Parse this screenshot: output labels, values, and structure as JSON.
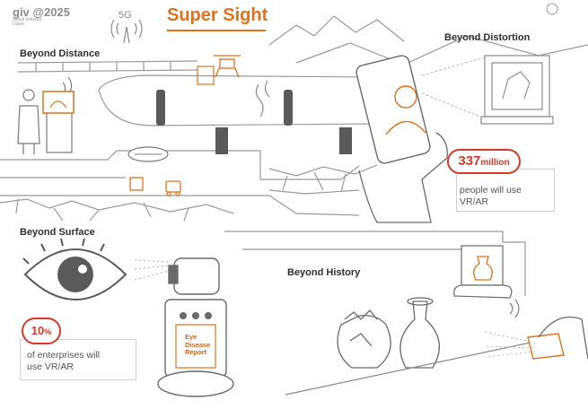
{
  "header": {
    "logo": "giv @2025",
    "logo_sub": "global industry vision",
    "network": "5G",
    "title": "Super Sight"
  },
  "sections": {
    "distance": "Beyond Distance",
    "distortion": "Beyond Distortion",
    "surface": "Beyond Surface",
    "history": "Beyond History"
  },
  "stats": {
    "vr_users": {
      "value": "337",
      "unit": "million",
      "caption_line1": "people will use",
      "caption_line2": "VR/AR"
    },
    "enterprises": {
      "value": "10",
      "unit": "%",
      "caption_line1": "of enterprises will",
      "caption_line2": "use VR/AR"
    }
  },
  "eye_report": {
    "line1": "Eye",
    "line2": "Disease",
    "line3": "Report"
  },
  "colors": {
    "accent": "#e0711d",
    "stat_red": "#d43a2a",
    "line": "#8a8a8a"
  }
}
